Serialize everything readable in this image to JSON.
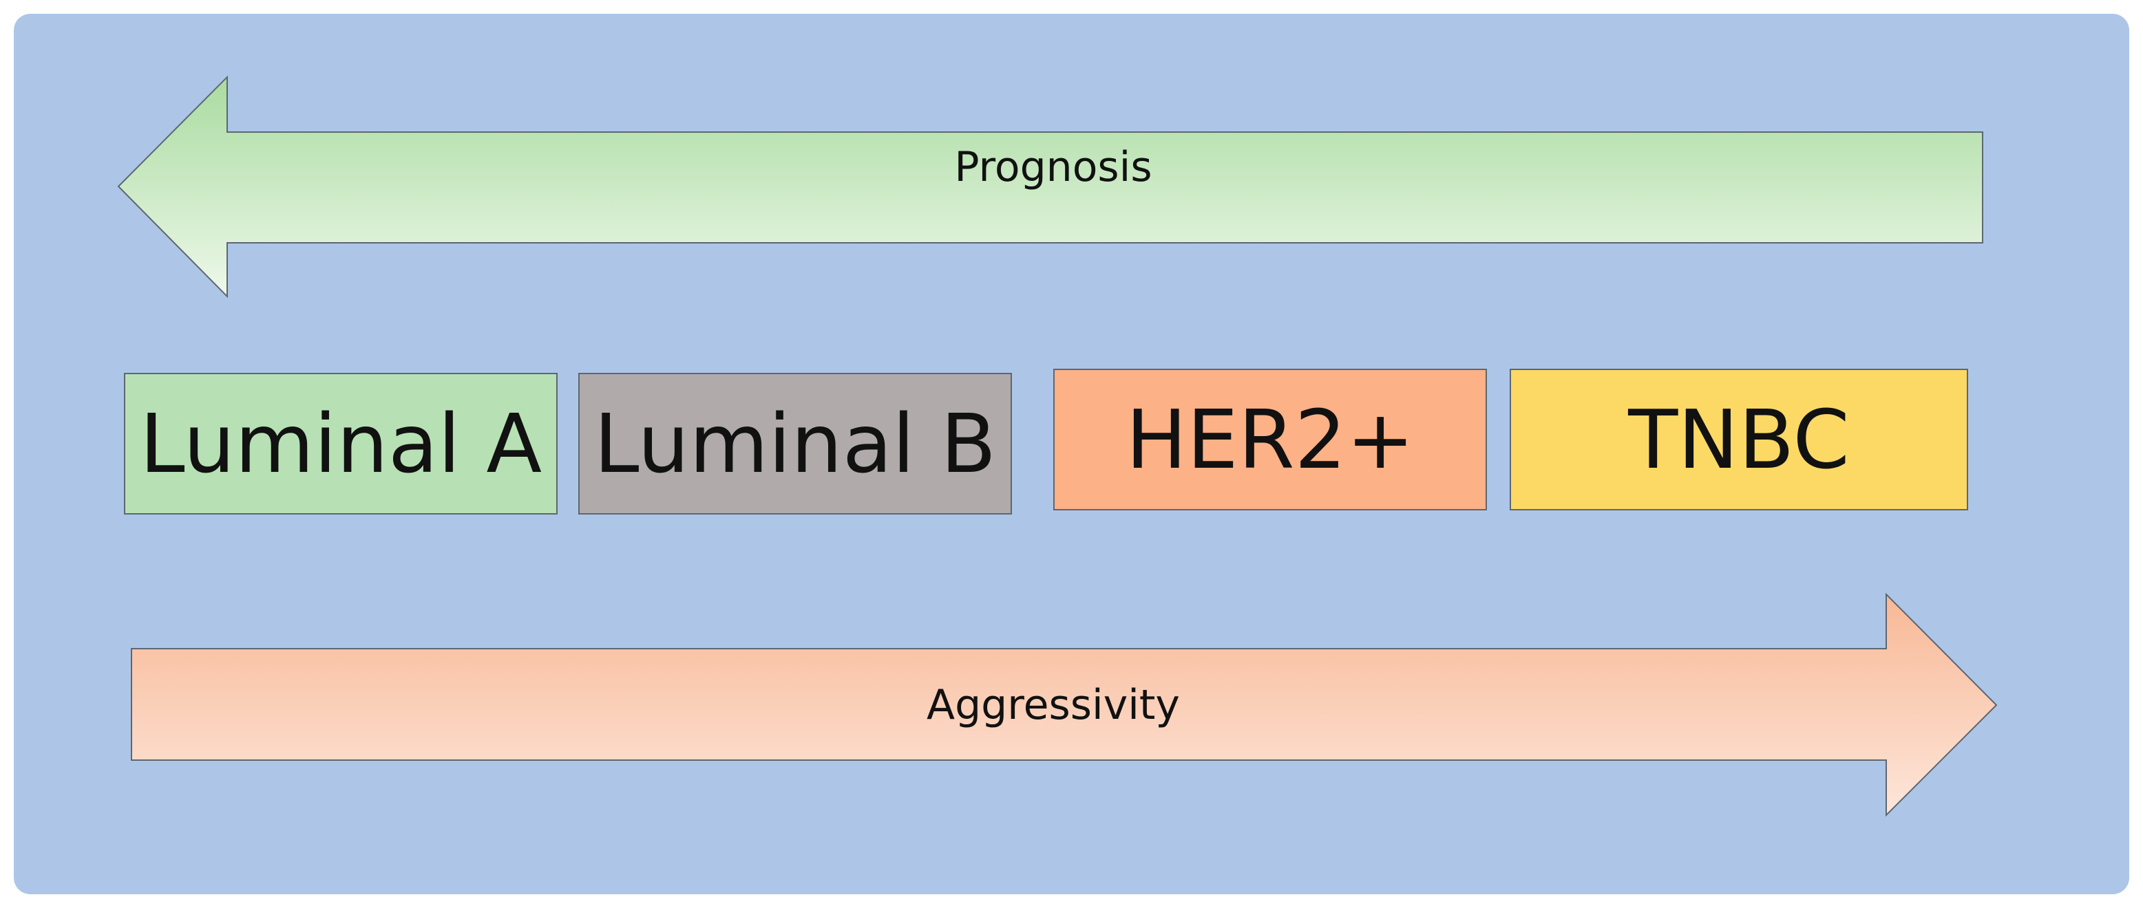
{
  "prognosis_arrow": {
    "label": "Prognosis",
    "direction": "left",
    "colors": {
      "top": "#a9dba0",
      "bottom": "#eef8ea"
    }
  },
  "aggressivity_arrow": {
    "label": "Aggressivity",
    "direction": "right",
    "colors": {
      "top": "#f8b896",
      "bottom": "#fde6da"
    }
  },
  "subtypes": [
    {
      "label": "Luminal A",
      "color": "#b7e1b4"
    },
    {
      "label": "Luminal B",
      "color": "#b0aaab"
    },
    {
      "label": "HER2+",
      "color": "#fcb187"
    },
    {
      "label": "TNBC",
      "color": "#fcd965"
    }
  ],
  "background_color": "#adc6e8"
}
